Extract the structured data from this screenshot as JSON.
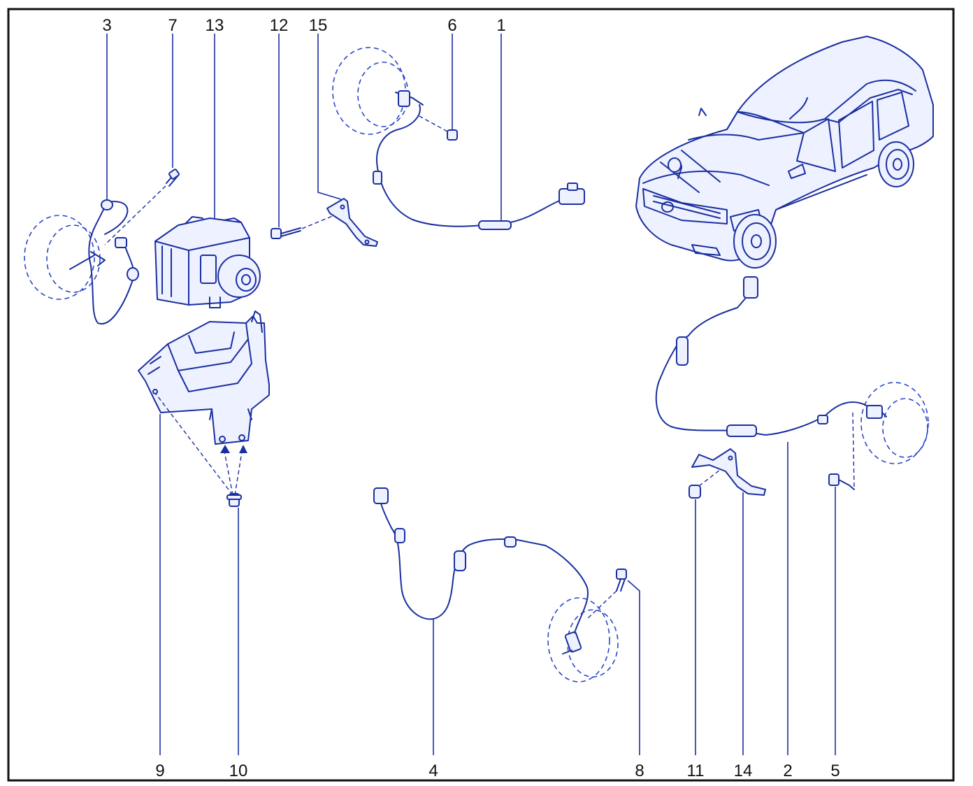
{
  "colors": {
    "line": "#1a2fa0",
    "dashed": "#2b46c9",
    "fill": "#eef1ff",
    "frame": "#111111",
    "labels": "#111111"
  },
  "callouts": {
    "top": [
      "3",
      "7",
      "13",
      "12",
      "15",
      "6",
      "1"
    ],
    "bottom": [
      "9",
      "10",
      "4",
      "8",
      "11",
      "14",
      "2",
      "5"
    ]
  }
}
